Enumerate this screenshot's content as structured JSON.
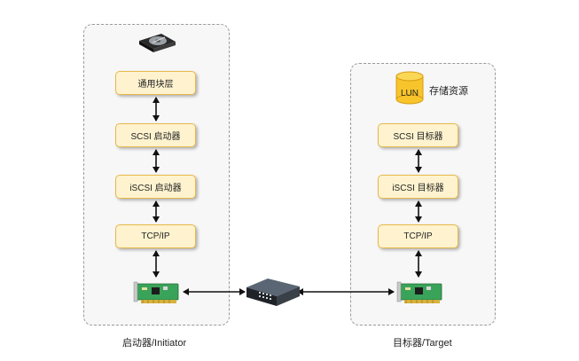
{
  "initiator": {
    "layers": [
      "通用块层",
      "SCSI 启动器",
      "iSCSI 启动器",
      "TCP/IP"
    ],
    "caption": "启动器/Initiator",
    "top_icon": "hard-disk-icon",
    "nic_icon": "network-card-icon"
  },
  "target": {
    "storage_title": "存储资源",
    "lun_label": "LUN",
    "layers": [
      "SCSI 目标器",
      "iSCSI 目标器",
      "TCP/IP"
    ],
    "caption": "目标器/Target",
    "nic_icon": "network-card-icon"
  },
  "switch_icon": "network-switch-icon",
  "colors": {
    "box_fill": "#fff3cf",
    "box_border": "#e6b84a",
    "lun_fill": "#f7c52b",
    "panel_border": "#9a9a9a",
    "nic_green": "#3aa35a"
  }
}
